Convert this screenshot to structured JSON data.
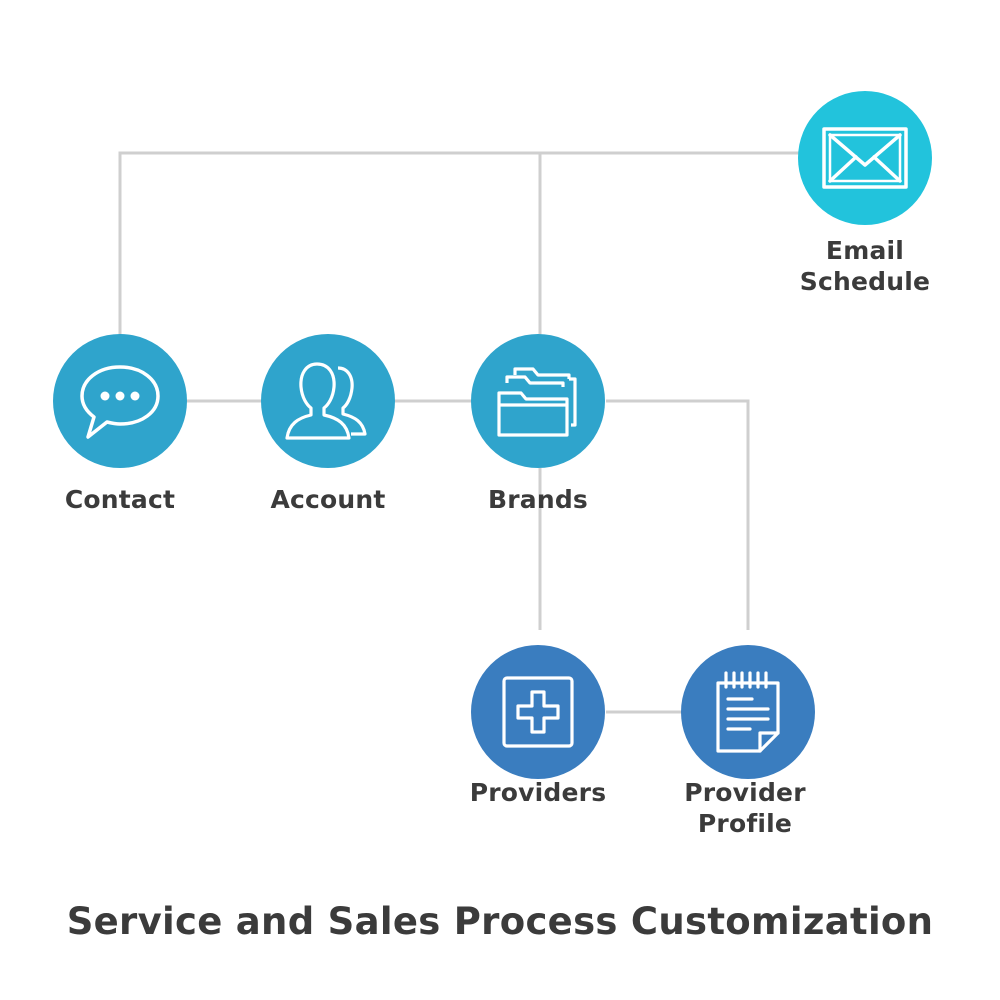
{
  "title": "Service and Sales Process Customization",
  "colors": {
    "teal": "#22c3dc",
    "blue_mid": "#2fa4cc",
    "blue_dark": "#3a7dbf",
    "connector": "#cfcfcf",
    "text": "#3b3b3b"
  },
  "nodes": {
    "email": {
      "line1": "Email",
      "line2": "Schedule",
      "icon": "envelope-icon"
    },
    "contact": {
      "label": "Contact",
      "icon": "chat-bubble-icon"
    },
    "account": {
      "label": "Account",
      "icon": "users-icon"
    },
    "brands": {
      "label": "Brands",
      "icon": "folders-icon"
    },
    "providers": {
      "label": "Providers",
      "icon": "medical-cross-icon"
    },
    "profile": {
      "line1": "Provider",
      "line2": "Profile",
      "icon": "notepad-icon"
    }
  }
}
